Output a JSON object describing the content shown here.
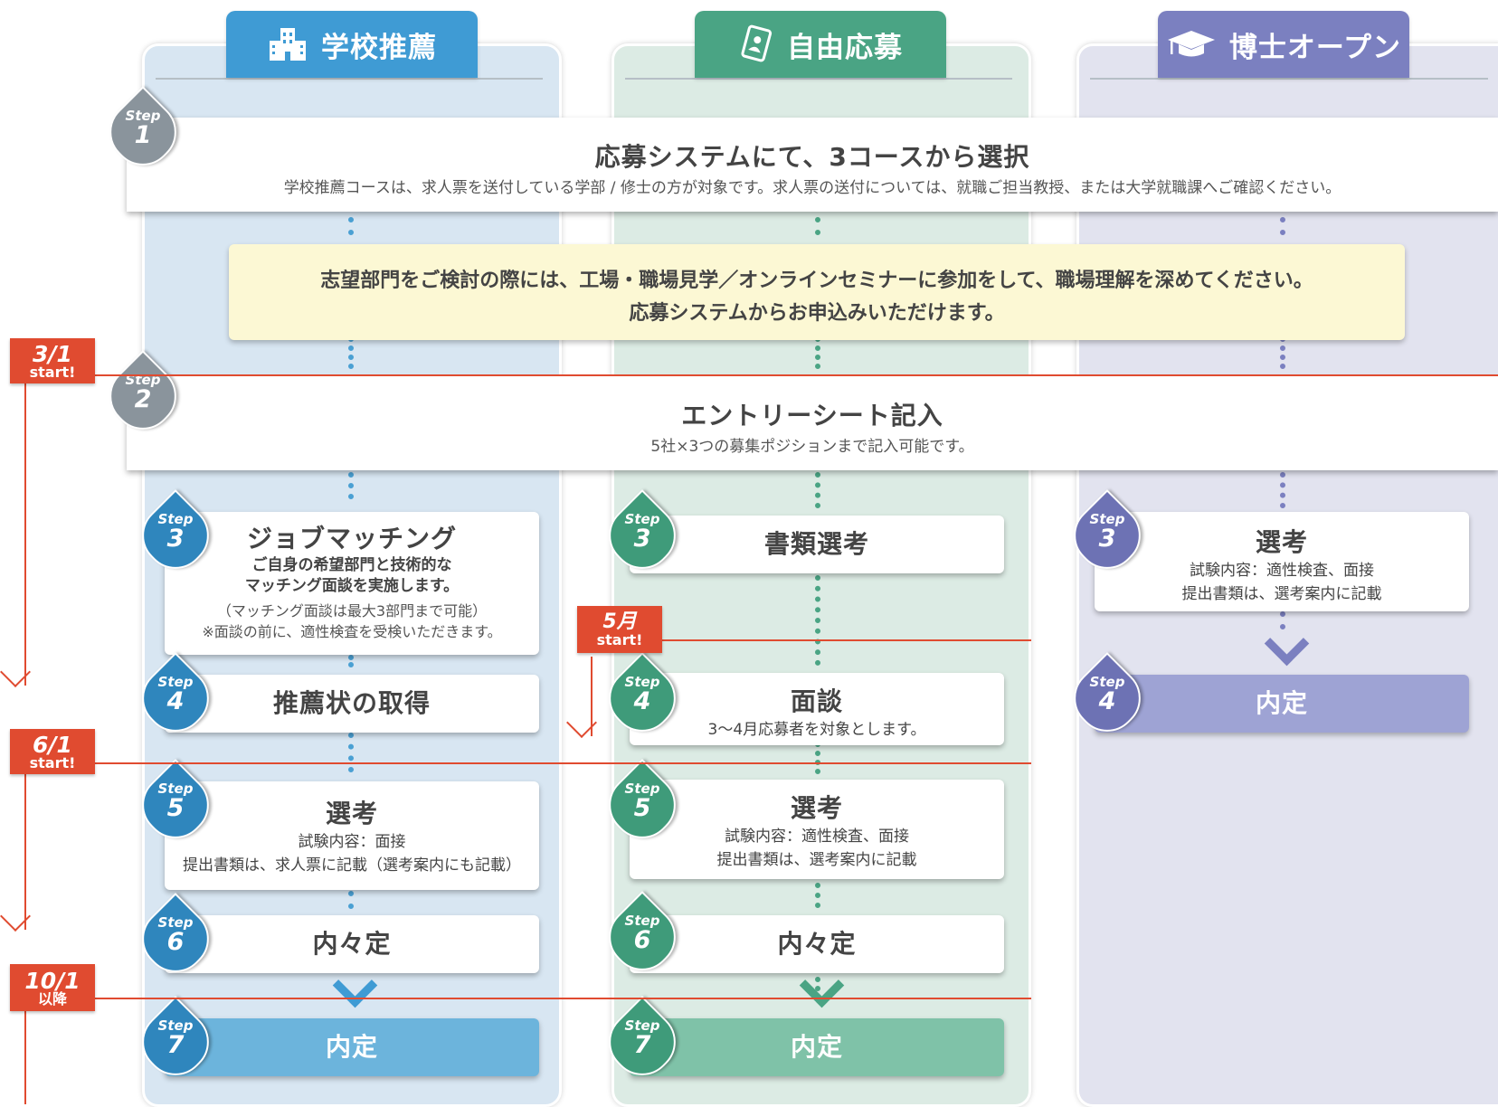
{
  "columns": {
    "school": {
      "title": "学校推薦",
      "icon": "school-building-icon",
      "color": "#3f9bd4"
    },
    "free": {
      "title": "自由応募",
      "icon": "application-document-icon",
      "color": "#4aa484"
    },
    "phd": {
      "title": "博士オープン",
      "icon": "graduation-cap-icon",
      "color": "#7b80c0"
    }
  },
  "step1": {
    "step": "Step",
    "num": "1",
    "title": "応募システムにて、3コースから選択",
    "text": "学校推薦コースは、求人票を送付している学部 / 修士の方が対象です。求人票の送付については、就職ご担当教授、または大学就職課へご確認ください。"
  },
  "notice": {
    "line1": "志望部門をご検討の際には、工場・職場見学／オンラインセミナーに参加をして、職場理解を深めてください。",
    "line2": "応募システムからお申込みいただけます。"
  },
  "step2": {
    "step": "Step",
    "num": "2",
    "title": "エントリーシート記入",
    "text": "5社×3つの募集ポジションまで記入可能です。"
  },
  "school_steps": {
    "s3": {
      "step": "Step",
      "num": "3",
      "title": "ジョブマッチング",
      "line1": "ご自身の希望部門と技術的な",
      "line2": "マッチング面談を実施します。",
      "line3": "（マッチング面談は最大3部門まで可能）",
      "line4": "※面談の前に、適性検査を受検いただきます。"
    },
    "s4": {
      "step": "Step",
      "num": "4",
      "title": "推薦状の取得"
    },
    "s5": {
      "step": "Step",
      "num": "5",
      "title": "選考",
      "line1": "試験内容：面接",
      "line2": "提出書類は、求人票に記載（選考案内にも記載）"
    },
    "s6": {
      "step": "Step",
      "num": "6",
      "title": "内々定"
    },
    "s7": {
      "step": "Step",
      "num": "7",
      "title": "内定"
    }
  },
  "free_steps": {
    "s3": {
      "step": "Step",
      "num": "3",
      "title": "書類選考"
    },
    "s4": {
      "step": "Step",
      "num": "4",
      "title": "面談",
      "line1": "3〜4月応募者を対象とします。"
    },
    "s5": {
      "step": "Step",
      "num": "5",
      "title": "選考",
      "line1": "試験内容：適性検査、面接",
      "line2": "提出書類は、選考案内に記載"
    },
    "s6": {
      "step": "Step",
      "num": "6",
      "title": "内々定"
    },
    "s7": {
      "step": "Step",
      "num": "7",
      "title": "内定"
    }
  },
  "phd_steps": {
    "s3": {
      "step": "Step",
      "num": "3",
      "title": "選考",
      "line1": "試験内容：適性検査、面接",
      "line2": "提出書類は、選考案内に記載"
    },
    "s4": {
      "step": "Step",
      "num": "4",
      "title": "内定"
    }
  },
  "timeline": {
    "m1": {
      "main": "3/1",
      "sub": "start!"
    },
    "m2": {
      "main": "5月",
      "sub": "start!"
    },
    "m3": {
      "main": "6/1",
      "sub": "start!"
    },
    "m4": {
      "main": "10/1",
      "sub": "以降"
    }
  }
}
